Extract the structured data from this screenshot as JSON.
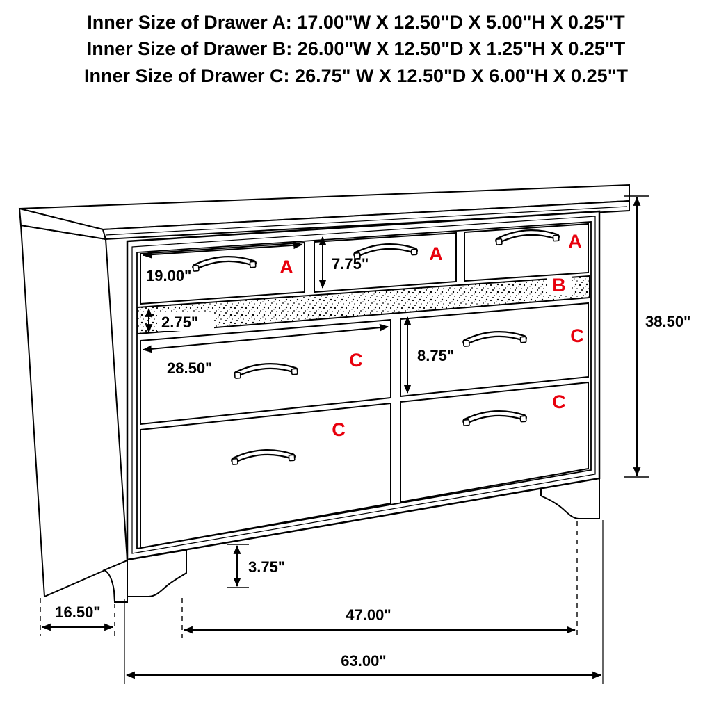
{
  "header": {
    "line_a": "Inner Size of Drawer A: 17.00\"W X 12.50\"D X 5.00\"H X 0.25\"T",
    "line_b": "Inner Size of Drawer B: 26.00\"W X 12.50\"D X 1.25\"H X 0.25\"T",
    "line_c": "Inner Size of Drawer C: 26.75\" W X 12.50\"D X 6.00\"H X 0.25\"T"
  },
  "letters": {
    "a1": "A",
    "a2": "A",
    "a3": "A",
    "b": "B",
    "c_left_top": "C",
    "c_left_bottom": "C",
    "c_right_top": "C",
    "c_right_bottom": "C"
  },
  "dims": {
    "drawer_a_width": "19.00\"",
    "drawer_a_height": "7.75\"",
    "drawer_b_height": "2.75\"",
    "drawer_c_width": "28.50\"",
    "drawer_c_height": "8.75\"",
    "overall_height": "38.50\"",
    "leg_height": "3.75\"",
    "overall_depth": "16.50\"",
    "leg_span": "47.00\"",
    "overall_width": "63.00\""
  },
  "colors": {
    "letter_red": "#e8000d",
    "line_black": "#000000",
    "background": "#ffffff"
  }
}
